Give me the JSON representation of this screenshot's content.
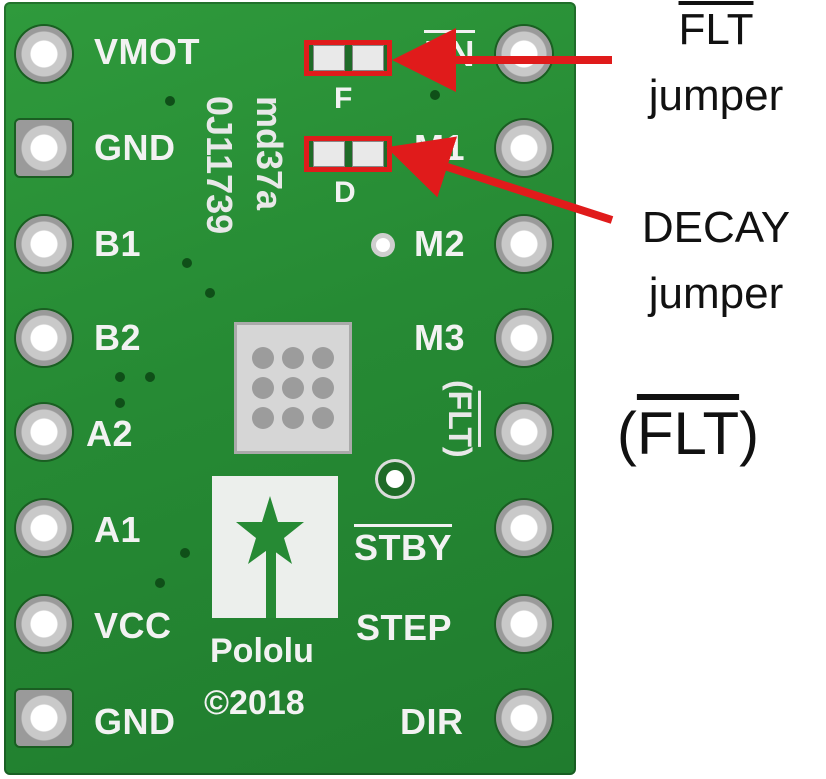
{
  "left_pins": [
    "VMOT",
    "GND",
    "B1",
    "B2",
    "A2",
    "A1",
    "VCC",
    "GND"
  ],
  "right_pins": [
    "EN",
    "M1",
    "M2",
    "M3",
    "FLT",
    "STBY",
    "STEP",
    "DIR"
  ],
  "board_text": {
    "part": "md37a",
    "serial": "0J11739",
    "jumper_f": "F",
    "jumper_d": "D",
    "brand": "Pololu",
    "copyright": "©2018",
    "flt_open": "(",
    "flt_close": ")"
  },
  "annotations": {
    "flt_title": "FLT",
    "flt_sub": "jumper",
    "decay_title": "DECAY",
    "decay_sub": "jumper",
    "flt_pin_open": "(",
    "flt_pin": "FLT",
    "flt_pin_close": ")"
  },
  "colors": {
    "board": "#268a34",
    "arrow": "#e01b1b",
    "jumper_outline": "#e01b1b"
  }
}
